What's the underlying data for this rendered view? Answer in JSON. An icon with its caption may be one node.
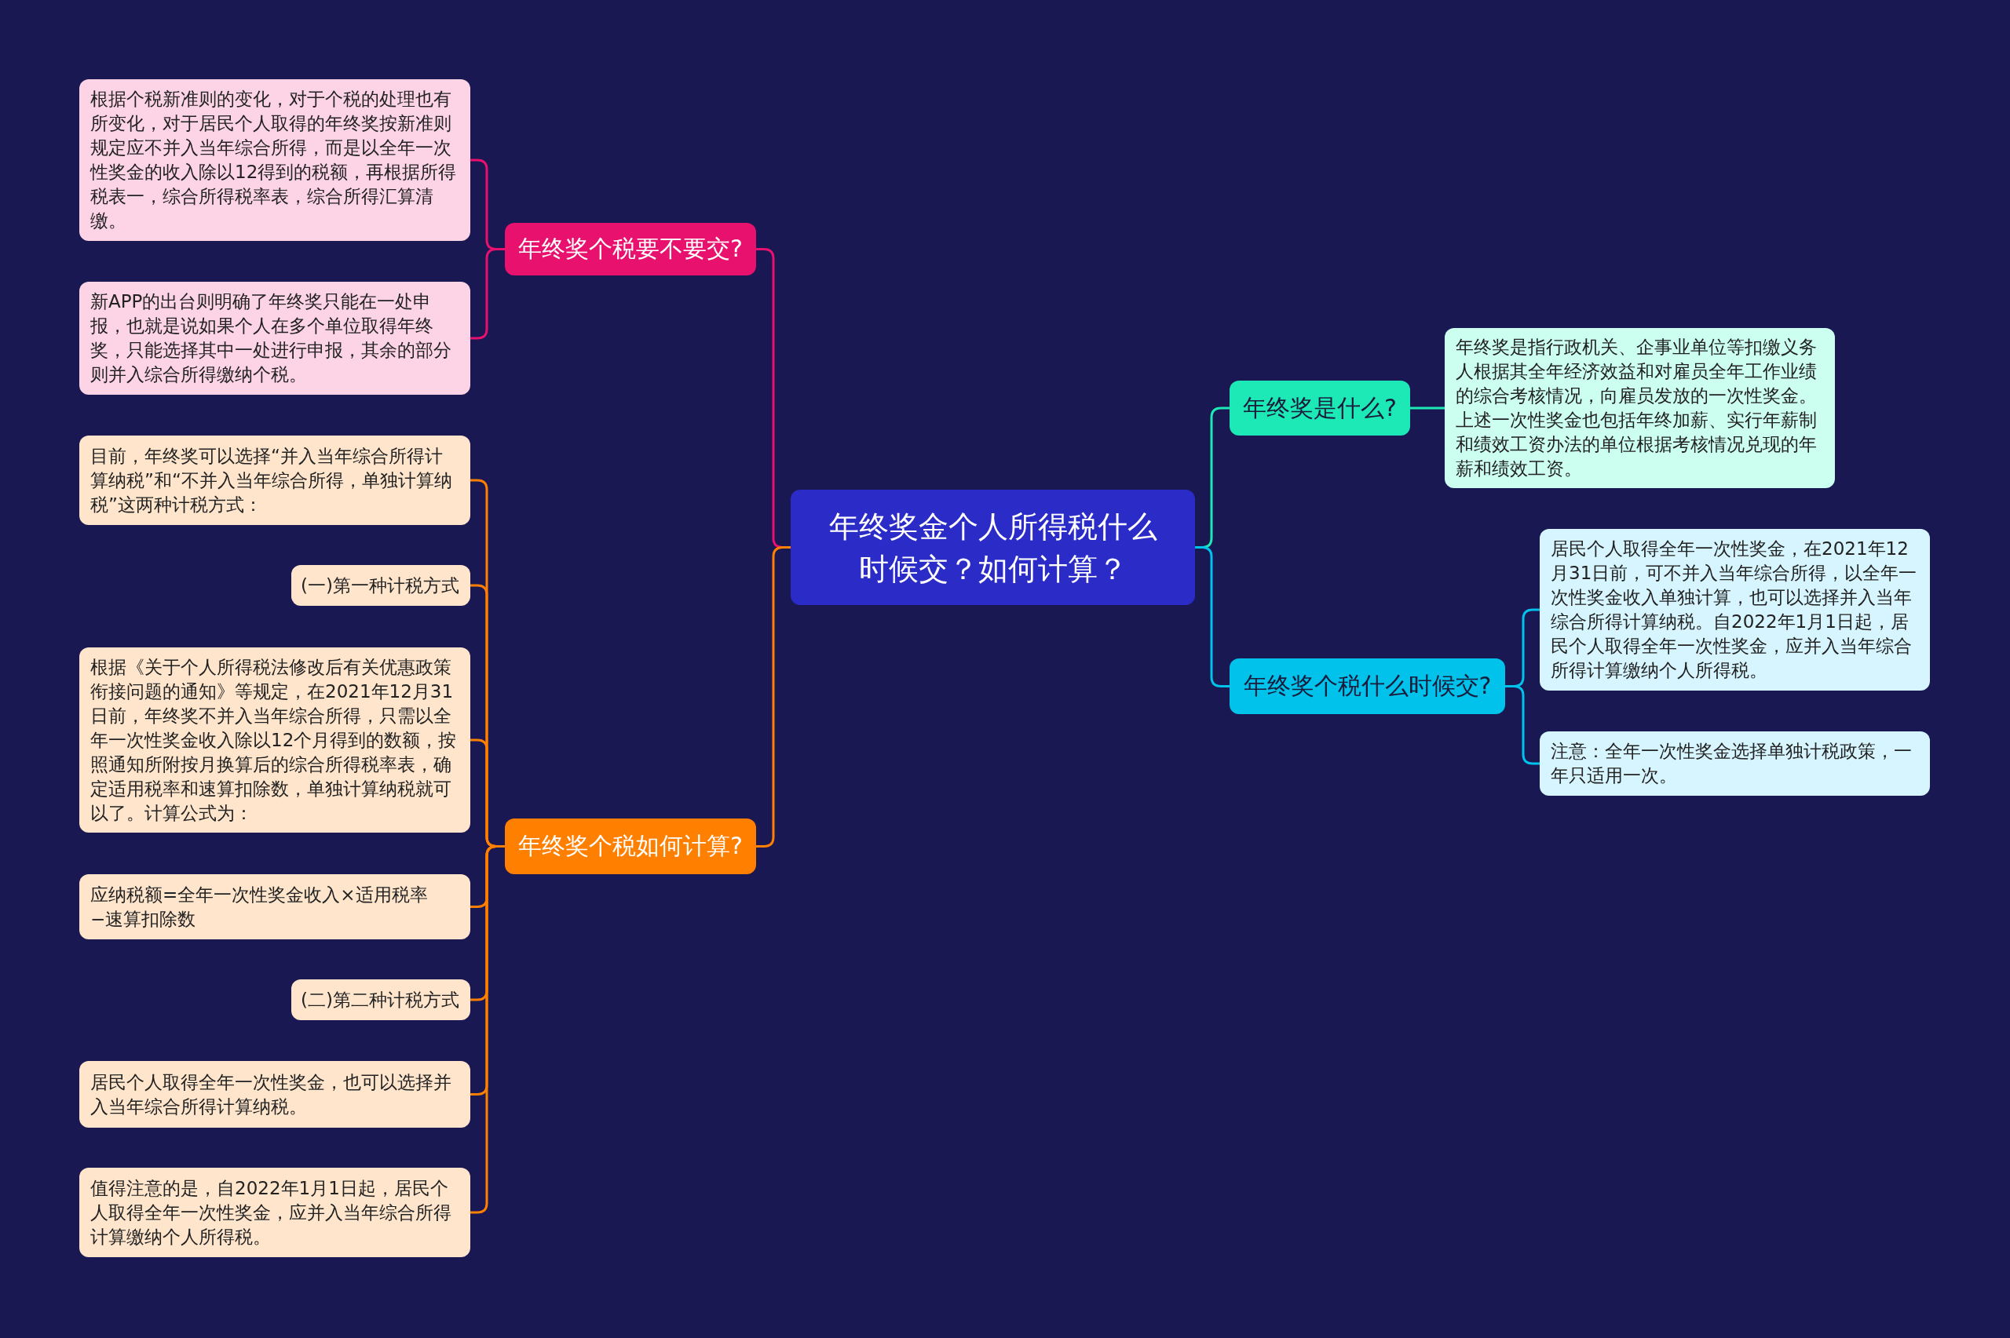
{
  "diagram": {
    "nodes": [
      {
        "text": [
          "年终奖金个人所得税什么时候交？如何计算？"
        ]
      },
      {
        "text": [
          "年终奖个税要不要交?"
        ]
      },
      {
        "text": [
          "根据个税新准则的变化，对于个税的处理也有所变化，对于居民个人取得的年终奖按新准则规定应不并入当年综合所得，而是以全年一次性奖金的收入除以12得到的税额，再根据所得税表一，综合所得税率表，综合所得汇算清缴。"
        ]
      },
      {
        "text": [
          "新APP的出台则明确了年终奖只能在一处申报，也就是说如果个人在多个单位取得年终奖，只能选择其中一处进行申报，其余的部分则并入综合所得缴纳个税。"
        ]
      },
      {
        "text": [
          "年终奖个税如何计算?"
        ]
      },
      {
        "text": [
          "目前，年终奖可以选择“并入当年综合所得计算纳税”和“不并入当年综合所得，单独计算纳税”这两种计税方式："
        ]
      },
      {
        "text": [
          "(一)第一种计税方式"
        ]
      },
      {
        "text": [
          "根据《关于个人所得税法修改后有关优惠政策衔接问题的通知》等规定，在2021年12月31日前，年终奖不并入当年综合所得，只需以全年一次性奖金收入除以12个月得到的数额，按照通知所附按月换算后的综合所得税率表，确定适用税率和速算扣除数，单独计算纳税就可以了。计算公式为："
        ]
      },
      {
        "text": [
          "应纳税额=全年一次性奖金收入×适用税率−速算扣除数"
        ]
      },
      {
        "text": [
          "(二)第二种计税方式"
        ]
      },
      {
        "text": [
          "居民个人取得全年一次性奖金，也可以选择并入当年综合所得计算纳税。"
        ]
      },
      {
        "text": [
          "值得注意的是，自2022年1月1日起，居民个人取得全年一次性奖金，应并入当年综合所得计算缴纳个人所得税。"
        ]
      },
      {
        "text": [
          "年终奖是什么?"
        ]
      },
      {
        "text": [
          "年终奖是指行政机关、企事业单位等扣缴义务人根据其全年经济效益和对雇员全年工作业绩的综合考核情况，向雇员发放的一次性奖金。上述一次性奖金也包括年终加薪、实行年薪制和绩效工资办法的单位根据考核情况兑现的年薪和绩效工资。"
        ]
      },
      {
        "text": [
          "年终奖个税什么时候交?"
        ]
      },
      {
        "text": [
          "居民个人取得全年一次性奖金，在2021年12月31日前，可不并入当年综合所得，以全年一次性奖金收入单独计算，也可以选择并入当年综合所得计算纳税。自2022年1月1日起，居民个人取得全年一次性奖金，应并入当年综合所得计算缴纳个人所得税。"
        ]
      },
      {
        "text": [
          "注意：全年一次性奖金选择单独计税政策，一年只适用一次。"
        ]
      }
    ],
    "edges": [
      {
        "from": 0,
        "to": 1,
        "arrow": "none",
        "color": "#e8116e"
      },
      {
        "from": 1,
        "to": 2,
        "arrow": "none",
        "color": "#e8116e"
      },
      {
        "from": 1,
        "to": 3,
        "arrow": "none",
        "color": "#e8116e"
      },
      {
        "from": 0,
        "to": 4,
        "arrow": "none"
      },
      {
        "from": 4,
        "to": 5,
        "arrow": "none"
      },
      {
        "from": 4,
        "to": 6,
        "arrow": "none"
      },
      {
        "from": 4,
        "to": 7,
        "arrow": "none"
      },
      {
        "from": 4,
        "to": 8,
        "arrow": "none"
      },
      {
        "from": 4,
        "to": 9,
        "arrow": "none"
      },
      {
        "from": 4,
        "to": 10,
        "arrow": "none"
      },
      {
        "from": 4,
        "to": 11,
        "arrow": "none"
      },
      {
        "from": 0,
        "to": 12,
        "arrow": "none",
        "color": "#1de9b6"
      },
      {
        "from": 12,
        "to": 13,
        "arrow": "none",
        "color": "#1de9b6"
      },
      {
        "from": 0,
        "to": 14,
        "arrow": "none",
        "color": "#00c2ea"
      },
      {
        "from": 14,
        "to": 15,
        "arrow": "none",
        "color": "#00c2ea"
      },
      {
        "from": 14,
        "to": 16,
        "arrow": "none",
        "color": "#00c2ea"
      }
    ]
  }
}
